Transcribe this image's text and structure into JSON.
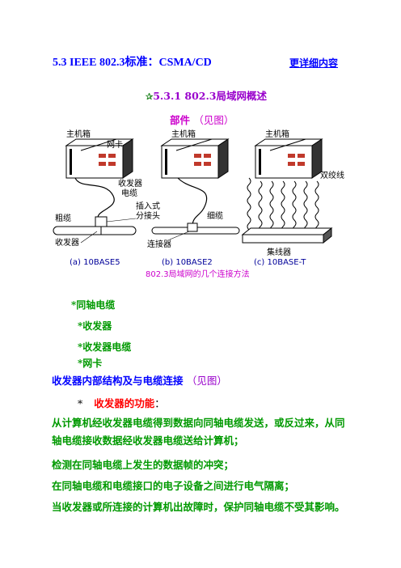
{
  "header": {
    "title": "5.3 IEEE 802.3标准：CSMA/CD",
    "more_link": "更详细内容"
  },
  "subsection": {
    "star": "✰",
    "title": "5.3.1 802.3局域网概述"
  },
  "parts": {
    "label": "部件",
    "see": "（见图）"
  },
  "figure": {
    "labels": {
      "host_box_a": "主机箱",
      "nic": "网卡",
      "transceiver_cable": "收发器\n电缆",
      "plug_tap": "插入式\n分接头",
      "thick_cable": "粗缆",
      "transceiver": "收发器",
      "host_box_b": "主机箱",
      "thin_cable": "细缆",
      "connector": "连接器",
      "host_box_c": "主机箱",
      "twisted_pair": "双绞线",
      "hub": "集线器"
    },
    "captions": {
      "a": "(a) 10BASE5",
      "b": "(b) 10BASE2",
      "c": "(c) 10BASE-T",
      "main": "802.3局域网的几个连接方法"
    }
  },
  "component_list": [
    "*同轴电缆",
    "*收发器",
    "*收发器电缆",
    "*网卡"
  ],
  "transceiver_section": {
    "title": "收发器内部结构及与电缆连接",
    "see": "（见图）",
    "function_star": "*",
    "function_label": "收发器的功能",
    "function_colon": "：",
    "paragraphs": [
      "从计算机经收发器电缆得到数据向同轴电缆发送，或反过来，从同轴电缆接收数据经收发器电缆送给计算机；",
      "检测在同轴电缆上发生的数据帧的冲突；",
      "在同轴电缆和电缆接口的电子设备之间进行电气隔离；",
      "当收发器或所连接的计算机出故障时，保护同轴电缆不受其影响。"
    ]
  }
}
